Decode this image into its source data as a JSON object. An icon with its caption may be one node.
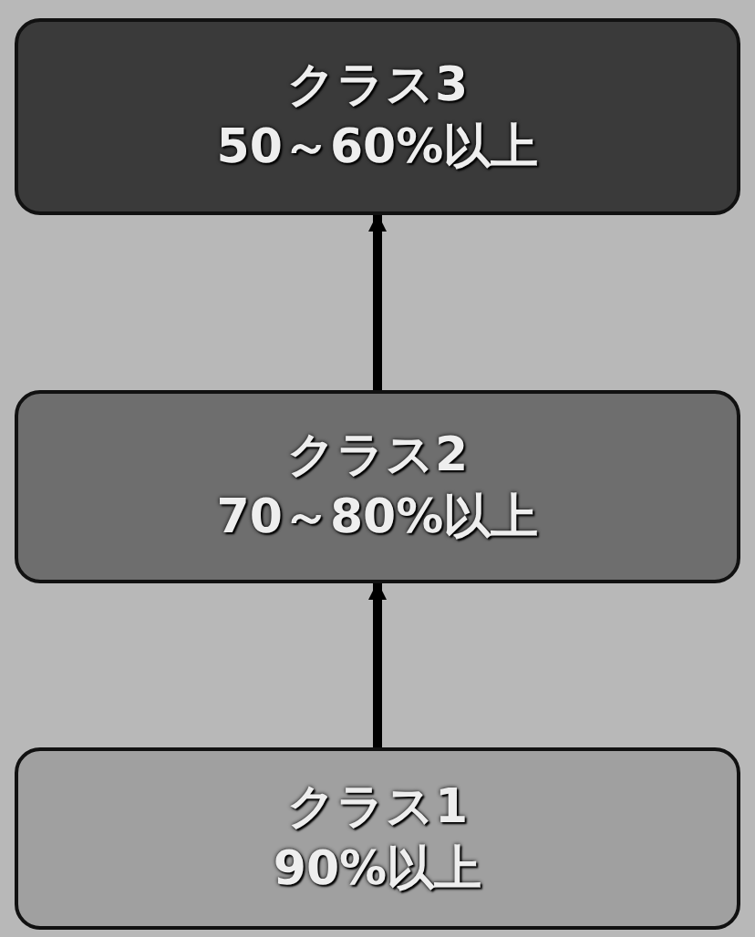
{
  "diagram": {
    "nodes": [
      {
        "text": [
          "クラス3",
          "50～60%以上"
        ]
      },
      {
        "text": [
          "クラス2",
          "70～80%以上"
        ]
      },
      {
        "text": [
          "クラス1",
          "90%以上"
        ]
      }
    ],
    "edges": [
      {
        "from": 2,
        "to": 1,
        "arrow": "to"
      },
      {
        "from": 1,
        "to": 0,
        "arrow": "to"
      }
    ]
  }
}
